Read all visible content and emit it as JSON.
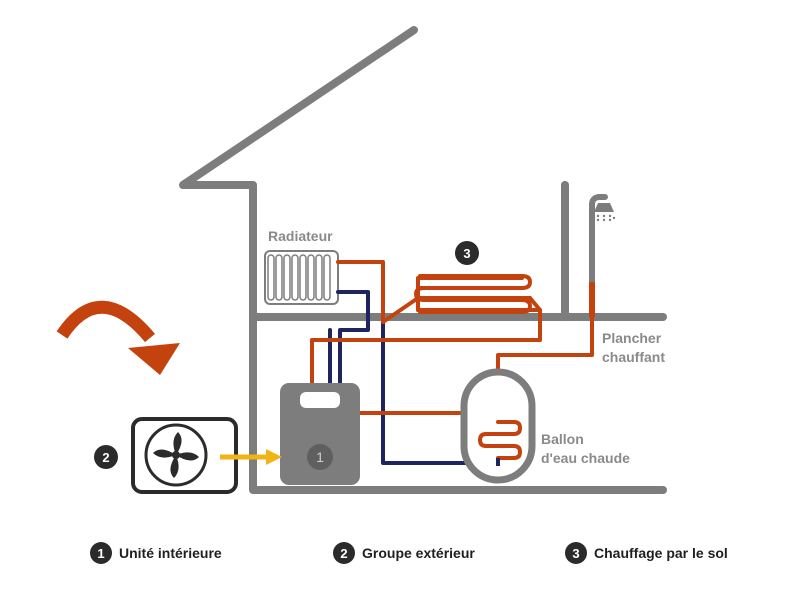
{
  "labels": {
    "radiateur": "Radiateur",
    "plancher_line1": "Plancher",
    "plancher_line2": "chauffant",
    "ballon_line1": "Ballon",
    "ballon_line2": "d'eau chaude"
  },
  "badges": {
    "one": "1",
    "two": "2",
    "three": "3"
  },
  "legend": [
    {
      "number": "1",
      "text": "Unité intérieure"
    },
    {
      "number": "2",
      "text": "Groupe extérieur"
    },
    {
      "number": "3",
      "text": "Chauffage par le sol"
    }
  ],
  "colors": {
    "wall": "#7d7d7d",
    "hot_pipe": "#c4420d",
    "cold_pipe": "#1f2460",
    "arrow": "#c4420d",
    "flow_arrow": "#f0b416",
    "badge": "#2b2b2b"
  },
  "icons": {
    "fan": "fan-icon",
    "shower": "shower-icon",
    "radiator": "radiator-icon"
  }
}
